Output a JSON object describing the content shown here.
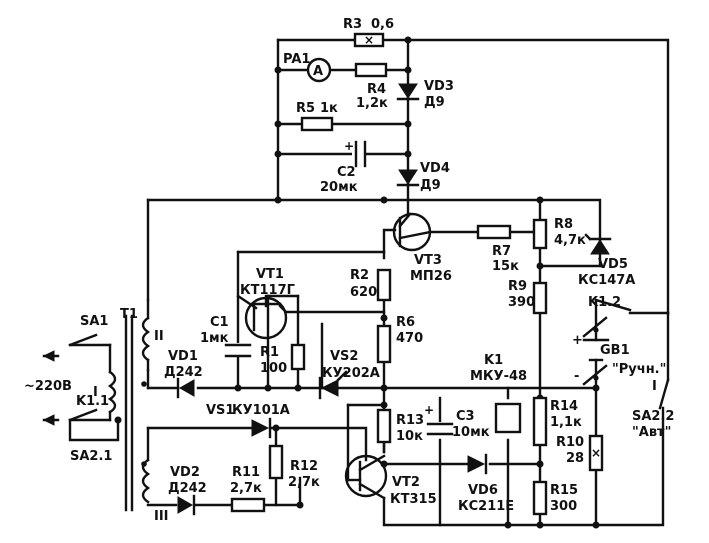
{
  "labels": {
    "r3": "R3",
    "r3_val": "0,6",
    "pa1": "PA1",
    "ammeter": "A",
    "r4": "R4",
    "r4_val": "1,2к",
    "vd3": "VD3",
    "vd3_type": "Д9",
    "r5": "R5",
    "r5_val": "1к",
    "c2": "C2",
    "c2_val": "20мк",
    "vd4": "VD4",
    "vd4_type": "Д9",
    "vt3": "VT3",
    "vt3_type": "МП26",
    "r7": "R7",
    "r7_val": "15к",
    "r8": "R8",
    "r8_val": "4,7к",
    "vd5": "VD5",
    "vd5_type": "КС147А",
    "r9": "R9",
    "r9_val": "390",
    "vt1": "VT1",
    "vt1_type": "КТ117Г",
    "r2": "R2",
    "r2_val": "620",
    "c1": "C1",
    "c1_val": "1мк",
    "r1": "R1",
    "r1_val": "100",
    "r6": "R6",
    "r6_val": "470",
    "vs2": "VS2",
    "vs2_type": "КУ202А",
    "t1": "T1",
    "winding_2": "II",
    "winding_1": "I",
    "winding_3": "III",
    "sa1": "SA1",
    "mains": "~220В",
    "k1_1": "K1.1",
    "sa2_1": "SA2.1",
    "vd1": "VD1",
    "vd1_type": "Д242",
    "k1": "K1",
    "k1_type": "МКУ-48",
    "k1_2": "K1.2",
    "gb1": "GB1",
    "plus": "+",
    "minus": "-",
    "manual": "\"Ручн.\"",
    "auto": "\"Авт\"",
    "sa2_2": "SA2.2",
    "pos_1": "I",
    "vs1": "VS1",
    "vs1_type": "КУ101А",
    "r13": "R13",
    "r13_val": "10к",
    "c3": "C3",
    "c3_val": "10мк",
    "r14": "R14",
    "r14_val": "1,1к",
    "r10": "R10",
    "r10_val": "28",
    "vd2": "VD2",
    "vd2_type": "Д242",
    "r11": "R11",
    "r11_val": "2,7к",
    "r12": "R12",
    "r12_val": "2,7к",
    "vt2": "VT2",
    "vt2_type": "КТ315",
    "vd6": "VD6",
    "vd6_type": "КС211Е",
    "r15": "R15",
    "r15_val": "300",
    "cross": "×"
  }
}
